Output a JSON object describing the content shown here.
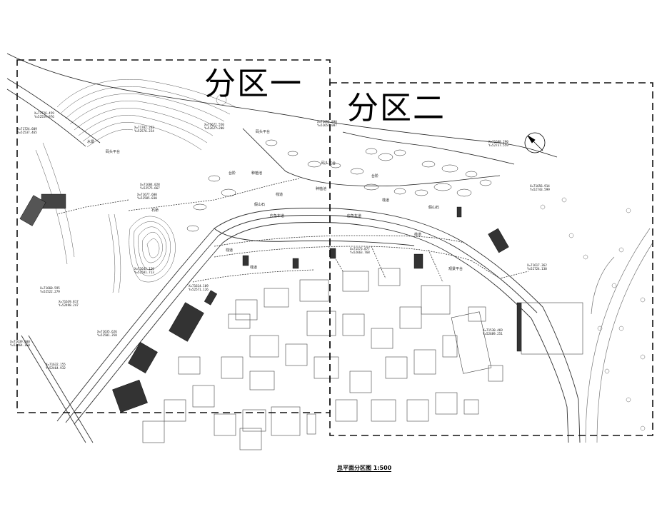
{
  "zones": {
    "zone1": "分区一",
    "zone2": "分区二"
  },
  "caption": "总平面分区图 1:500",
  "places": {
    "dock_platform_1": "码头平台",
    "dock_platform_2": "码头平台",
    "dock_platform_3": "码头平台",
    "viewing_deck": "观景平台",
    "walkway_1": "栈道",
    "walkway_2": "栈道",
    "walkway_3": "栈道",
    "walkway_4": "栈道",
    "walkway_5": "栈道",
    "emergency_lane_1": "应急车道",
    "emergency_lane_2": "应急车道",
    "rockery_1": "假山石",
    "rockery_2": "假山石",
    "steps_1": "台阶",
    "steps_2": "台阶",
    "pine_1": "种植池",
    "pine_2": "种植池",
    "waterscape": "水景",
    "stone_bridge": "石桥"
  },
  "coords": {
    "c1": "X=71726.459",
    "c1y": "Y=52559.976",
    "c2": "X=71724.609",
    "c2y": "Y=52537.465",
    "c3": "X=71672.550",
    "c3y": "Y=52627.200",
    "c4": "X=71702.263",
    "c4y": "Y=52576.224",
    "c5": "X=71655.890",
    "c5y": "Y=52657.007",
    "c6": "X=71688.290",
    "c6y": "Y=52737.559",
    "c7": "X=71684.028",
    "c7y": "Y=52575.667",
    "c8": "X=71677.600",
    "c8y": "Y=52585.030",
    "c9": "X=71656.914",
    "c9y": "Y=52743.599",
    "c10": "X=71573.877",
    "c10y": "Y=52663.768",
    "c11": "X=71617.362",
    "c11y": "Y=52724.130",
    "c12": "X=71643.120",
    "c12y": "Y=52581.713",
    "c13": "X=71614.109",
    "c13y": "Y=52571.126",
    "c14": "X=71660.595",
    "c14y": "Y=52522.279",
    "c15": "X=71639.817",
    "c15y": "Y=52498.247",
    "c16": "X=71635.626",
    "c16y": "Y=52501.358",
    "c17": "X=71639.600",
    "c17y": "Y=52464.160",
    "c18": "X=71632.155",
    "c18y": "Y=52464.932",
    "c19": "X=71530.469",
    "c19y": "Y=52689.251"
  }
}
